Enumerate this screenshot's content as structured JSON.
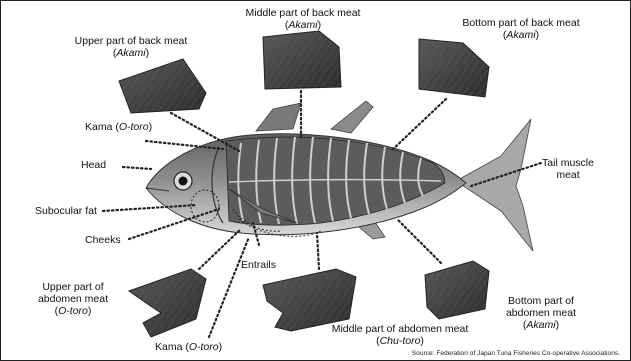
{
  "labels": {
    "upper_back": {
      "line1": "Upper part of back meat",
      "paren": "Akami"
    },
    "middle_back": {
      "line1": "Middle part of back meat",
      "paren": "Akami"
    },
    "bottom_back": {
      "line1": "Bottom part of back meat",
      "paren": "Akami"
    },
    "kama_top": {
      "pre": "Kama (",
      "ital": "O-toro",
      "post": ")"
    },
    "head": "Head",
    "subocular_fat": "Subocular fat",
    "cheeks": "Cheeks",
    "entrails": "Entrails",
    "tail": {
      "line1": "Tail muscle",
      "line2": "meat"
    },
    "upper_abdomen": {
      "line1": "Upper part of",
      "line2": "abdomen meat",
      "paren": "O-toro"
    },
    "kama_bottom": {
      "pre": "Kama (",
      "ital": "O-toro",
      "post": ")"
    },
    "middle_abdomen": {
      "line1": "Middle part of abdomen meat",
      "paren": "Chu-toro"
    },
    "bottom_abdomen": {
      "line1": "Bottom part of",
      "line2": "abdomen meat",
      "paren": "Akami"
    }
  },
  "source": {
    "prefix": "Source:",
    "text": "Federation of Japan Tuna Fisheries Co-operative Associations."
  },
  "colors": {
    "fish_body": "#9a9a9a",
    "fish_dark": "#4a4a4a",
    "meat_dark": "#3a3a3a",
    "leader": "#222222"
  }
}
